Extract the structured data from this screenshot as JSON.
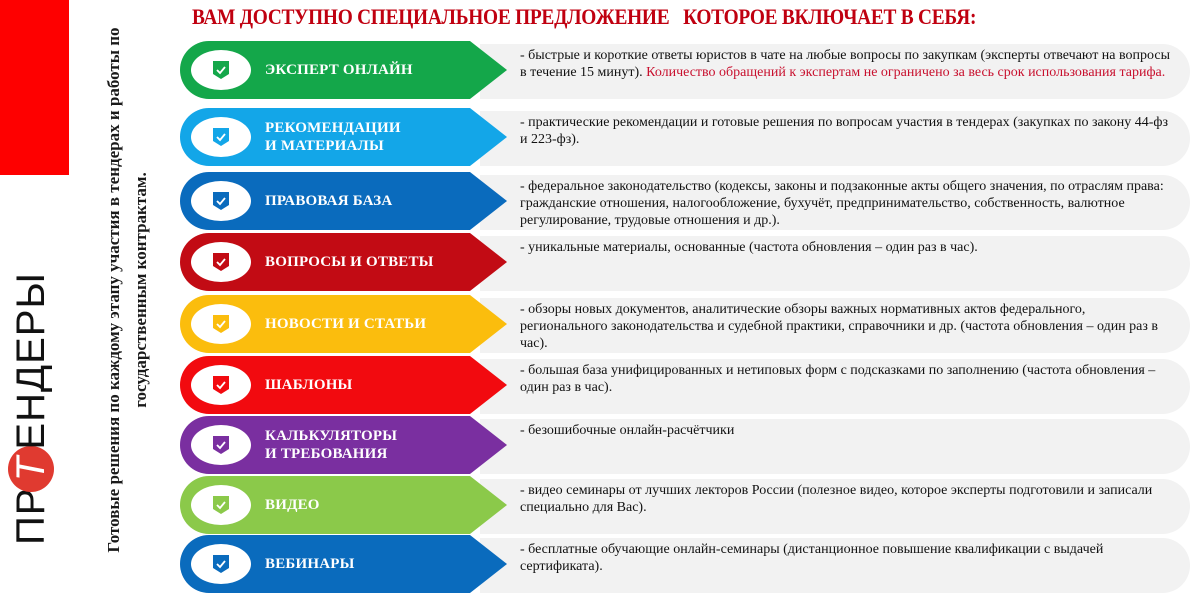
{
  "header": {
    "title": "ВАМ ДОСТУПНО СПЕЦИАЛЬНОЕ ПРЕДЛОЖЕНИЕ   КОТОРОЕ ВКЛЮЧАЕТ В СЕБЯ:"
  },
  "sidebar": {
    "logo": {
      "prefix": "ПР",
      "t_letter": "Т",
      "suffix": "ЕНДЕРЫ"
    },
    "tagline": "Готовые решения по каждому этапу участия в тендерах и работы по государственным контрактам.",
    "accent_color": "#fe0000"
  },
  "rows": [
    {
      "label_line1": "ЭКСПЕРТ ОНЛАЙН",
      "label_line2": "",
      "color": "#14a74a",
      "desc": "- быстрые и короткие ответы юристов в чате на любые вопросы по закупкам (эксперты отвечают на вопросы в течение 15 минут).",
      "desc_highlight": "  Количество обращений к экспертам не ограничено за весь срок использования тарифа."
    },
    {
      "label_line1": "РЕКОМЕНДАЦИИ",
      "label_line2": "И МАТЕРИАЛЫ",
      "color": "#13a6e8",
      "desc": "    - практические рекомендации и готовые решения по вопросам участия в тендерах (закупках по закону 44-фз и 223-фз).",
      "desc_highlight": ""
    },
    {
      "label_line1": "ПРАВОВАЯ БАЗА",
      "label_line2": "",
      "color": "#0a6bbd",
      "desc": "    - федеральное законодательство (кодексы, законы и подзаконные акты общего значения, по отраслям права: гражданские отношения, налогообложение, бухучёт, предпринимательство, собственность, валютное регулирование, трудовые отношения и др.).",
      "desc_highlight": ""
    },
    {
      "label_line1": "ВОПРОСЫ И ОТВЕТЫ",
      "label_line2": "",
      "color": "#c20b14",
      "desc": "  - уникальные материалы, основанные (частота обновления – один раз в час).",
      "desc_highlight": ""
    },
    {
      "label_line1": "НОВОСТИ И СТАТЬИ",
      "label_line2": "",
      "color": "#fbbd0d",
      "desc": "    - обзоры новых документов, аналитические обзоры важных нормативных актов федерального, регионального законодательства и судебной практики, справочники и др. (частота обновления – один раз в час).",
      "desc_highlight": ""
    },
    {
      "label_line1": "ШАБЛОНЫ",
      "label_line2": "",
      "color": "#f20a0f",
      "desc": "    - большая база унифицированных и нетиповых форм с подсказками по заполнению (частота обновления – один раз в час).",
      "desc_highlight": ""
    },
    {
      "label_line1": "КАЛЬКУЛЯТОРЫ",
      "label_line2": "И ТРЕБОВАНИЯ",
      "color": "#7a2fa0",
      "desc": "- безошибочные онлайн-расчётчики",
      "desc_highlight": ""
    },
    {
      "label_line1": "ВИДЕО",
      "label_line2": "",
      "color": "#8bc94a",
      "desc": "- видео семинары от лучших лекторов России (полезное видео, которое эксперты подготовили и записали специально для Вас).",
      "desc_highlight": ""
    },
    {
      "label_line1": "ВЕБИНАРЫ",
      "label_line2": "",
      "color": "#0a6bbd",
      "desc": "- бесплатные обучающие онлайн-семинары (дистанционное повышение квалификации с выдачей сертификата).",
      "desc_highlight": ""
    }
  ],
  "icons": {
    "row_icon": "shield-check-icon"
  }
}
